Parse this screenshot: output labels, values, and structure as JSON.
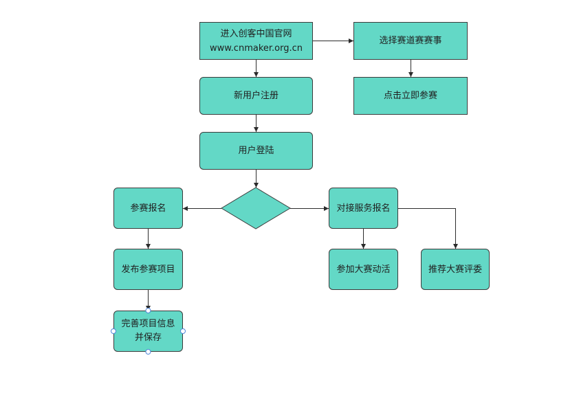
{
  "colors": {
    "canvas_background": "#ffffff",
    "node_fill": "#63d8c6",
    "node_border": "#3b3b3b",
    "node_text": "#1f1f1f",
    "connector": "#2b2b2b",
    "selection_handle_fill": "#ffffff",
    "selection_handle_stroke": "#4f86d9"
  },
  "nodes": {
    "enter_site": {
      "line1": "进入创客中国官网",
      "line2": "www.cnmaker.org.cn"
    },
    "choose_track": {
      "label": "选择赛道赛赛事"
    },
    "register": {
      "label": "新用户注册"
    },
    "join_now": {
      "label": "点击立即参赛"
    },
    "login": {
      "label": "用户登陆"
    },
    "contest_signup": {
      "label": "参赛报名"
    },
    "service_signup": {
      "label": "对接服务报名"
    },
    "publish_project": {
      "label": "发布参赛项目"
    },
    "join_events": {
      "label": "参加大赛动活"
    },
    "recommend_judges": {
      "label": "推荐大赛评委"
    },
    "complete_info": {
      "line1": "完善项目信息",
      "line2": "并保存",
      "selected": true
    }
  }
}
